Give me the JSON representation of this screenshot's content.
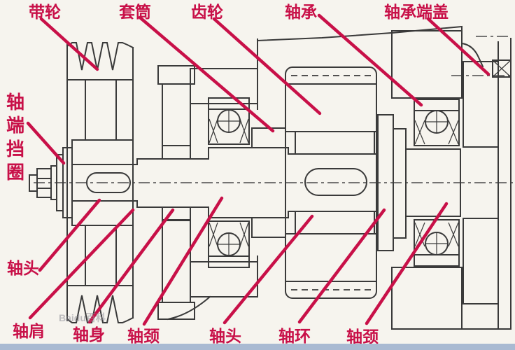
{
  "page": {
    "background_color": "#f6f4ee",
    "footer_band_color": "#a9bad2"
  },
  "diagram": {
    "title": "shaft-assembly-cross-section",
    "accent_color": "#c81048",
    "line_color": "#3a3a3a",
    "watermark": "Baidu百科",
    "labels": {
      "top": [
        {
          "id": "pulley",
          "text": "带轮"
        },
        {
          "id": "sleeve",
          "text": "套筒"
        },
        {
          "id": "gear",
          "text": "齿轮"
        },
        {
          "id": "bearing",
          "text": "轴承"
        },
        {
          "id": "bearing-end-cap",
          "text": "轴承端盖"
        }
      ],
      "left_vertical": {
        "id": "shaft-end-retaining-ring",
        "text": "轴端挡圈",
        "chars": [
          "轴",
          "端",
          "挡",
          "圈"
        ]
      },
      "middle_left": {
        "id": "shaft-head-left",
        "text": "轴头"
      },
      "bottom": [
        {
          "id": "shaft-shoulder",
          "text": "轴肩"
        },
        {
          "id": "shaft-body",
          "text": "轴身"
        },
        {
          "id": "shaft-journal-left",
          "text": "轴颈"
        },
        {
          "id": "shaft-head-middle",
          "text": "轴头"
        },
        {
          "id": "shaft-collar",
          "text": "轴环"
        },
        {
          "id": "shaft-journal-right",
          "text": "轴颈"
        }
      ]
    }
  }
}
